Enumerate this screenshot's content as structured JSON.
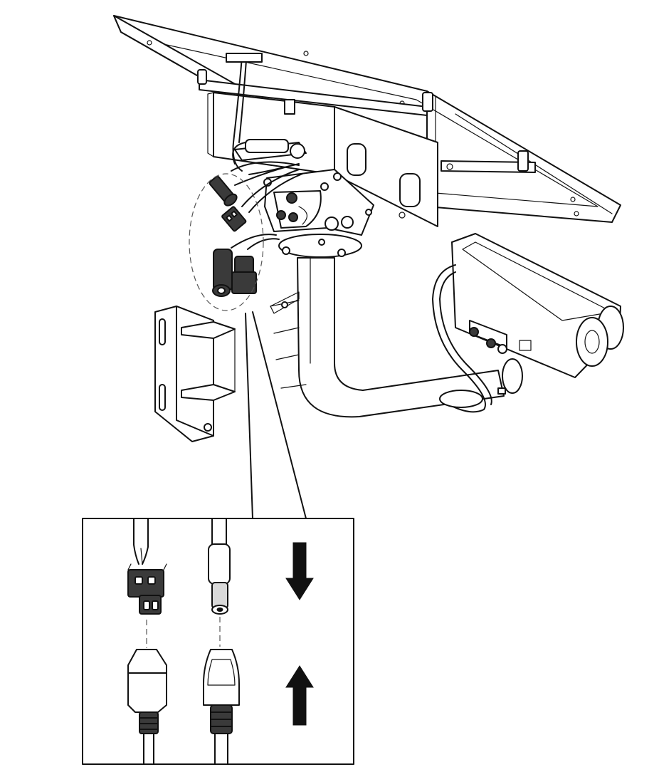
{
  "figure": {
    "subject": "solar-panel-camera-mount-connector-installation",
    "colors": {
      "line": "#111111",
      "fill": "#ffffff",
      "connector_dark": "#3a3a3a",
      "shade": "#d9d9d9"
    },
    "callout": {
      "left_pair": {
        "top": "terminal-block-plug",
        "bottom": "terminal-block-socket"
      },
      "right_pair": {
        "top": "dc-barrel-plug",
        "bottom": "dc-barrel-jack"
      },
      "arrows": {
        "upper": "arrow-down",
        "lower": "arrow-up"
      }
    }
  }
}
